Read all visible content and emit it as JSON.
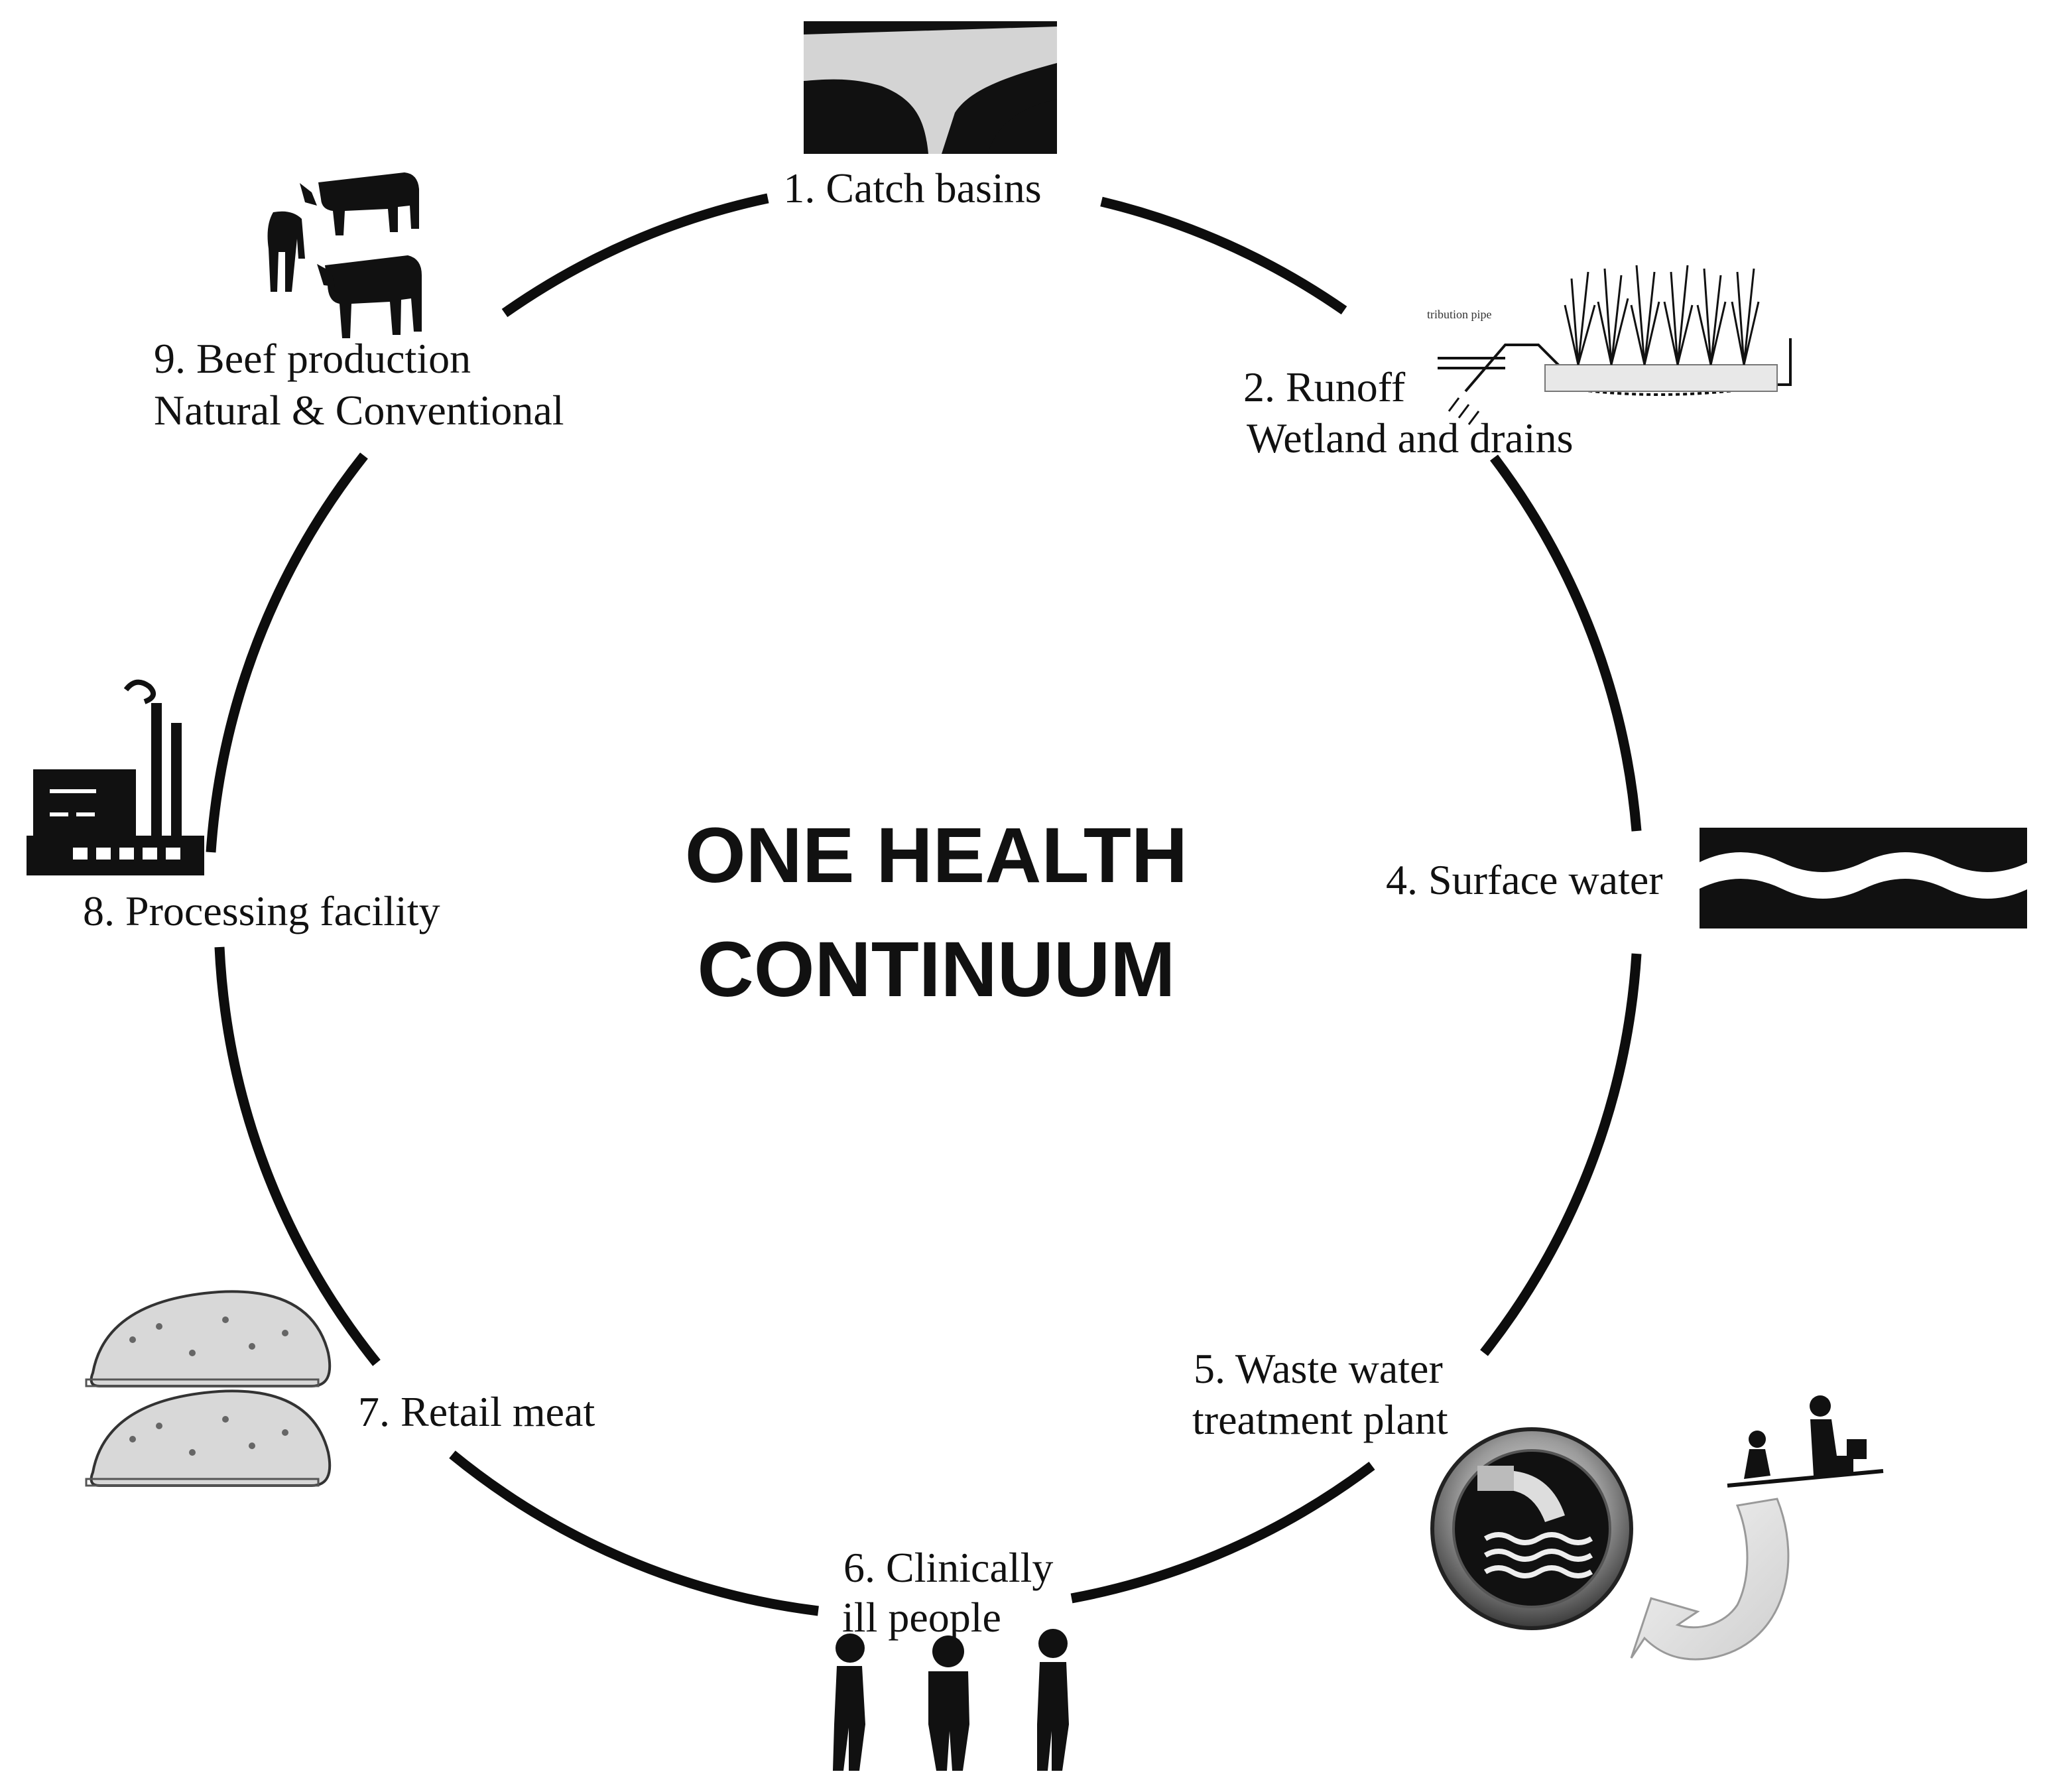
{
  "title": {
    "line1": "ONE HEALTH",
    "line2": "CONTINUUM"
  },
  "stages": [
    {
      "id": "catch-basins",
      "line1": "1. Catch basins",
      "icon": "catch-basin-icon"
    },
    {
      "id": "runoff",
      "line1": "2. Runoff",
      "line2": "Wetland and drains",
      "icon": "wetland-diagram-icon",
      "icon_text": "tribution pipe"
    },
    {
      "id": "surface-water",
      "line1": "4. Surface water",
      "icon": "water-waves-icon"
    },
    {
      "id": "waste-water",
      "line1": "5. Waste water",
      "line2": "treatment plant",
      "icon": "sewage-outfall-icon",
      "extra_icon": "toilet-people-icon"
    },
    {
      "id": "ill-people",
      "line1": "6. Clinically",
      "line2": "ill people",
      "icon": "sick-people-icon"
    },
    {
      "id": "retail-meat",
      "line1": "7. Retail meat",
      "icon": "ground-beef-icon"
    },
    {
      "id": "processing",
      "line1": "8. Processing facility",
      "icon": "factory-icon"
    },
    {
      "id": "beef",
      "line1": "9. Beef production",
      "line2": "Natural & Conventional",
      "icon": "cattle-icon"
    }
  ],
  "colors": {
    "ink": "#111111",
    "circle": "#0d0d0d",
    "arrow": "#d9d9d9"
  }
}
